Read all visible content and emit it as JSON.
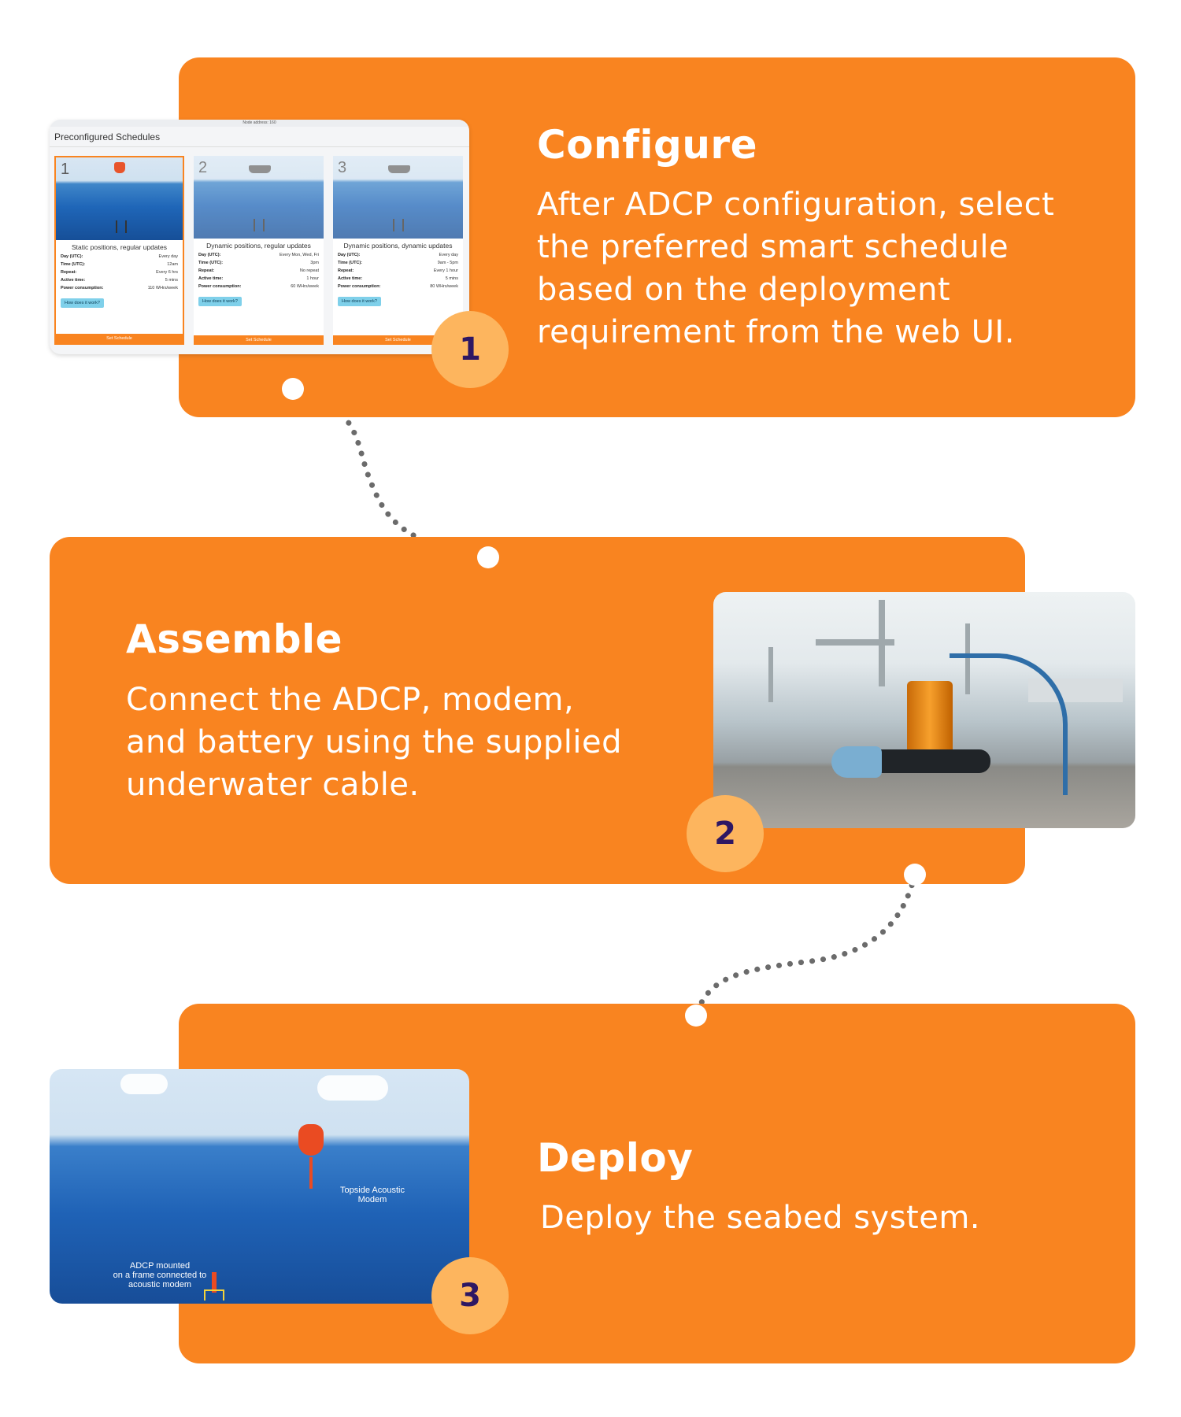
{
  "steps": [
    {
      "number": "1",
      "title": "Configure",
      "description": [
        "After ADCP configuration, select",
        "the preferred smart schedule",
        "based on the deployment",
        "requirement from the web UI."
      ]
    },
    {
      "number": "2",
      "title": "Assemble",
      "description": [
        "Connect the ADCP, modem,",
        "and battery using the supplied",
        "underwater cable."
      ]
    },
    {
      "number": "3",
      "title": "Deploy",
      "description": [
        "Deploy the seabed system."
      ]
    }
  ],
  "screenshot": {
    "topbar": "Node address: 160",
    "heading": "Preconfigured Schedules",
    "schedules": [
      {
        "number": "1",
        "label": "Static positions, regular updates",
        "rows": [
          {
            "key": "Day (UTC):",
            "value": "Every day"
          },
          {
            "key": "Time (UTC):",
            "value": "12am"
          },
          {
            "key": "Repeat:",
            "value": "Every 6 hrs"
          },
          {
            "key": "Active time:",
            "value": "5 mins"
          },
          {
            "key": "Power consumption:",
            "value": "110 WHrs/week"
          }
        ],
        "button": "How does it work?",
        "footer": "Set Schedule"
      },
      {
        "number": "2",
        "label": "Dynamic positions, regular updates",
        "rows": [
          {
            "key": "Day (UTC):",
            "value": "Every Mon, Wed, Fri"
          },
          {
            "key": "Time (UTC):",
            "value": "3pm"
          },
          {
            "key": "Repeat:",
            "value": "No repeat"
          },
          {
            "key": "Active time:",
            "value": "1 hour"
          },
          {
            "key": "Power consumption:",
            "value": "60 WHrs/week"
          }
        ],
        "button": "How does it work?",
        "footer": "Set Schedule"
      },
      {
        "number": "3",
        "label": "Dynamic positions, dynamic updates",
        "rows": [
          {
            "key": "Day (UTC):",
            "value": "Every day"
          },
          {
            "key": "Time (UTC):",
            "value": "9am - 5pm"
          },
          {
            "key": "Repeat:",
            "value": "Every 1 hour"
          },
          {
            "key": "Active time:",
            "value": "5 mins"
          },
          {
            "key": "Power consumption:",
            "value": "80 WHrs/week"
          }
        ],
        "button": "How does it work?",
        "footer": "Set Schedule"
      }
    ]
  },
  "illustration": {
    "topside_label": [
      "Topside Acoustic",
      "Modem"
    ],
    "adcp_label": [
      "ADCP mounted",
      "on a frame connected to",
      "acoustic modem"
    ]
  },
  "colors": {
    "card": "#F98420",
    "badge": "#FDB55E",
    "badge_text": "#2e1763",
    "connector": "#6b6b6b"
  }
}
